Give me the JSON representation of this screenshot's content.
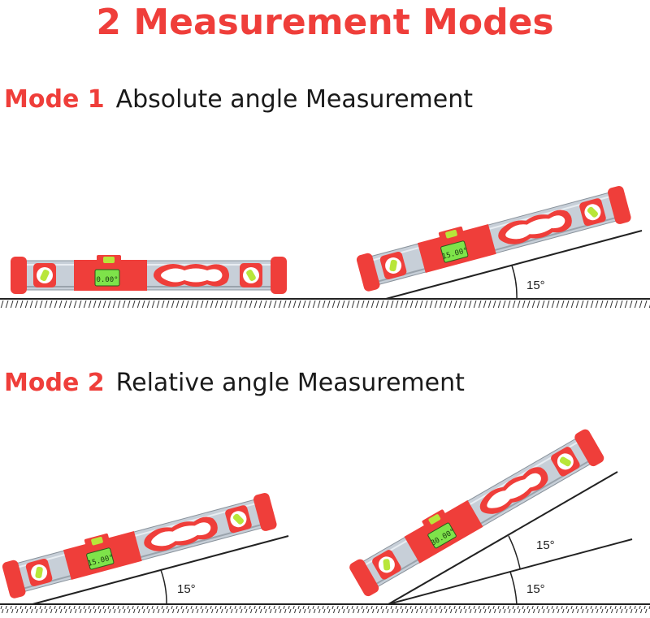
{
  "title": "2 Measurement Modes",
  "mode1": {
    "label": "Mode 1",
    "description": "Absolute angle Measurement",
    "level_left": {
      "display": "0.00°"
    },
    "level_right": {
      "display": "15.00°",
      "angle_label": "15°"
    }
  },
  "mode2": {
    "label": "Mode 2",
    "description": "Relative angle Measurement",
    "level_left": {
      "display": "15.00°",
      "angle_label": "15°"
    },
    "level_right": {
      "display": "30.00°",
      "angle_label_upper": "15°",
      "angle_label_lower": "15°"
    }
  },
  "colors": {
    "accent": "#ef3e3a",
    "level_body": "#c7cfd8",
    "lcd": "#7ee34a",
    "vial": "#b8e63a"
  }
}
